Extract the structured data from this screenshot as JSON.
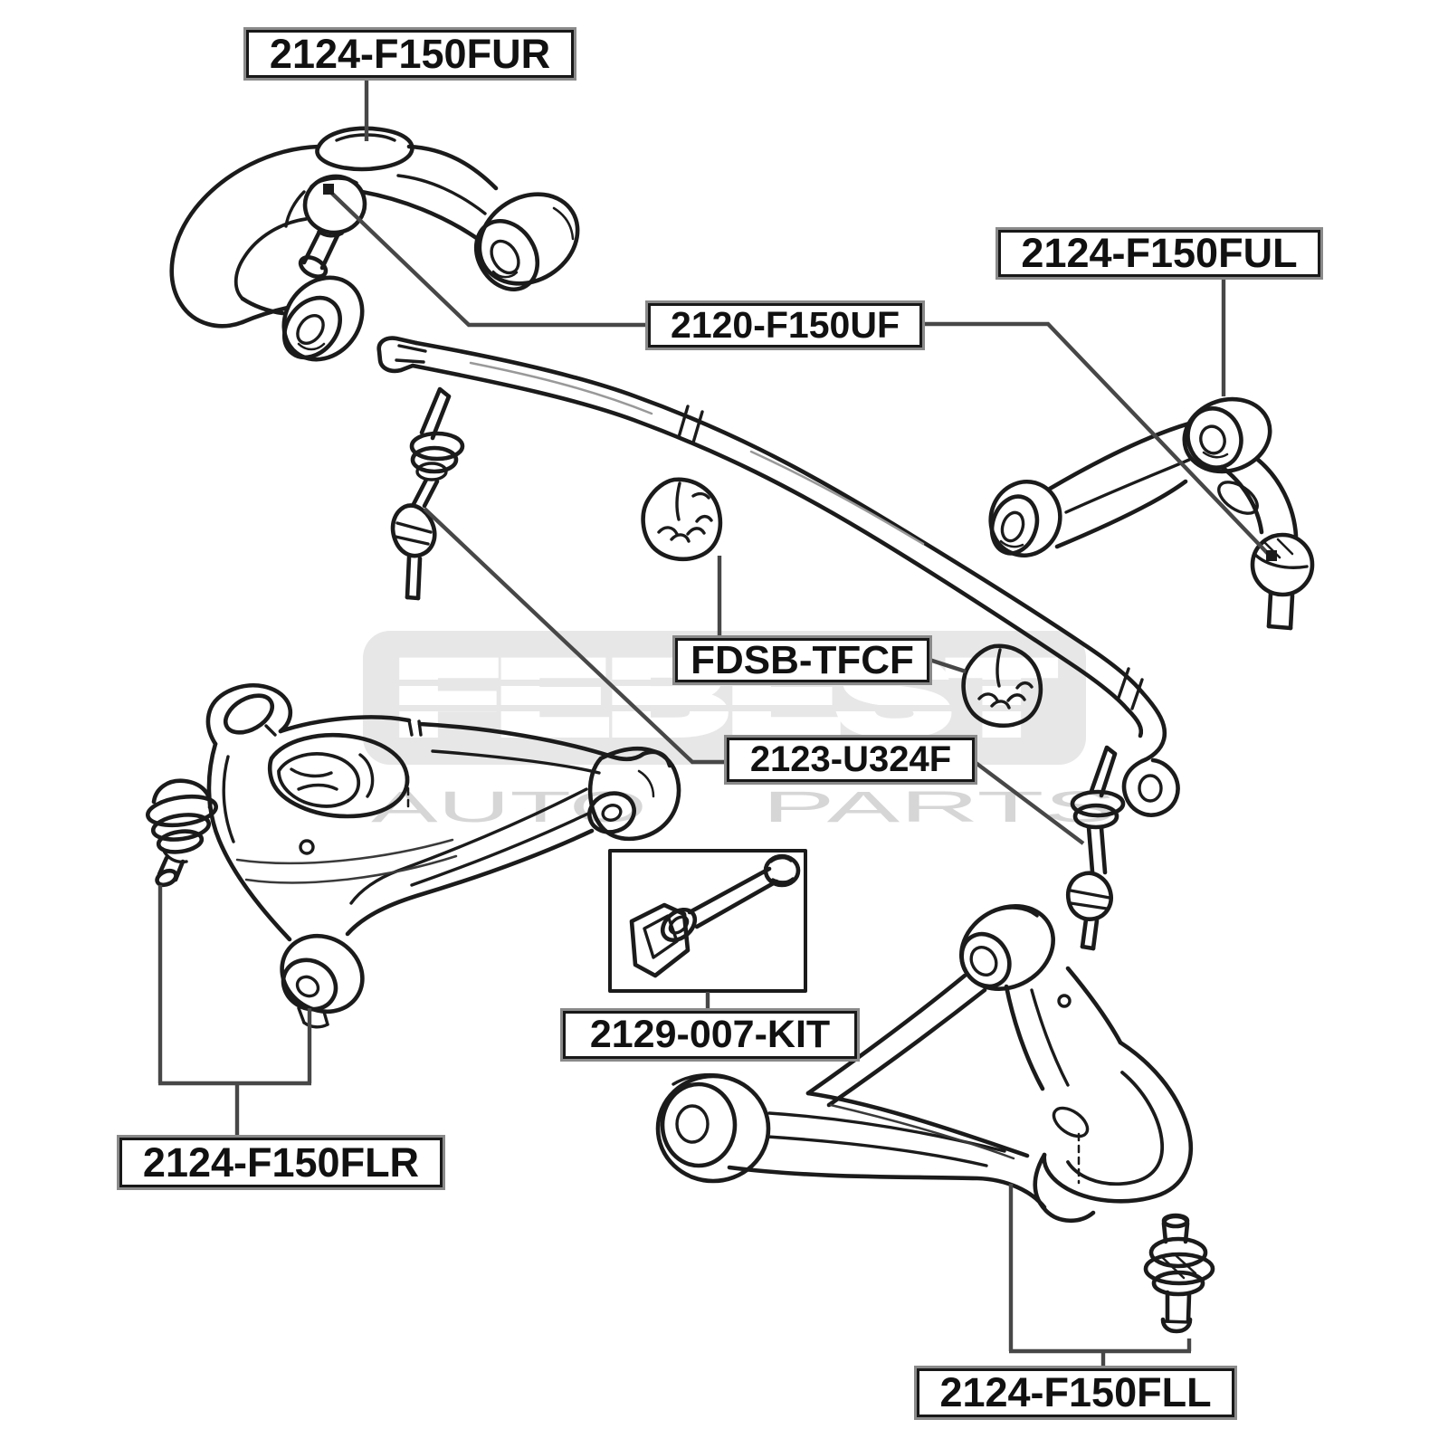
{
  "diagram": {
    "type": "auto-parts-catalog-line-diagram",
    "subject": "Ford F-150 front suspension components",
    "background_color": "#ffffff",
    "line_color": "#1b1b1b",
    "leader_line_color": "#474747",
    "label_border_color": "#181818",
    "label_outline_color": "#8a8a8a"
  },
  "watermark": {
    "brand": "FEBEST",
    "sub_left": "AUTO",
    "sub_right": "PARTS",
    "band_color": "#e7e7e7",
    "brand_letter_color": "#ffffff",
    "sub_letter_color": "#d6d6d6"
  },
  "labels": {
    "fur": "2124-F150FUR",
    "ful": "2124-F150FUL",
    "uf": "2120-F150UF",
    "fdsb": "FDSB-TFCF",
    "u324": "2123-U324F",
    "kit": "2129-007-KIT",
    "flr": "2124-F150FLR",
    "fll": "2124-F150FLL"
  },
  "parts": {
    "fur": "front upper control arm right",
    "ful": "front upper control arm left",
    "uf": "front upper ball joint",
    "fdsb": "front stabilizer bar bushing",
    "u324": "front stabilizer link",
    "kit": "control arm bolt repair kit",
    "flr": "front lower control arm right",
    "fll": "front lower control arm left"
  }
}
